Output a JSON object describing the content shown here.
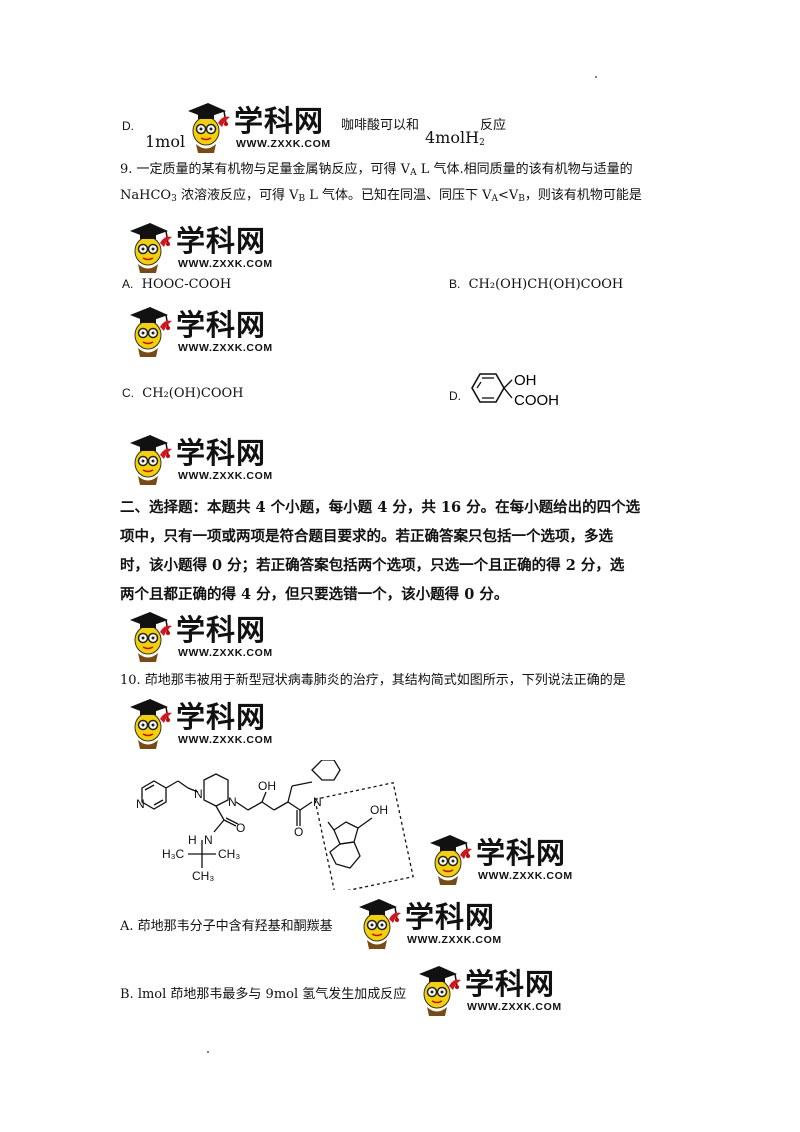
{
  "brand": {
    "logo_text": "学科网",
    "logo_url_text": "WWW.ZXXK.COM"
  },
  "q8d": {
    "letter": "D.",
    "amount1": "1mol",
    "text_mid": "咖啡酸可以和",
    "amount2": "4molH",
    "amount2_sub": "2",
    "text_end": "反应"
  },
  "q9": {
    "line1_a": "9. 一定质量的某有机物与足量金属钠反应，可得 V",
    "line1_sub": "A",
    "line1_b": " L 气体.相同质量的该有机物与适量的",
    "line2_a": "NaHCO",
    "line2_sub1": "3",
    "line2_b": " 浓溶液反应，可得 V",
    "line2_sub2": "B",
    "line2_c": " L 气体。已知在同温、同压下 V",
    "line2_sub3": "A",
    "line2_d": "<V",
    "line2_sub4": "B",
    "line2_e": "，则该有机物可能是",
    "optA_letter": "A.",
    "optA_text": "HOOC-COOH",
    "optB_letter": "B.",
    "optB_text": "CH₂(OH)CH(OH)COOH",
    "optC_letter": "C.",
    "optC_text": "CH₂(OH)COOH",
    "optD_letter": "D.",
    "optD_oh": "OH",
    "optD_cooh": "COOH"
  },
  "section2": {
    "line1": "二、选择题：本题共 4 个小题，每小题 4 分，共 16 分。在每小题给出的四个选",
    "line2": "项中，只有一项或两项是符合题目要求的。若正确答案只包括一个选项，多选",
    "line3": "时，该小题得 0 分；若正确答案包括两个选项，只选一个且正确的得 2 分，选",
    "line4": "两个且都正确的得 4 分，但只要选错一个，该小题得 0 分。"
  },
  "q10": {
    "stem": "10. 茚地那韦被用于新型冠状病毒肺炎的治疗，其结构简式如图所示，下列说法正确的是",
    "struct_labels": {
      "n1": "N",
      "n2": "N",
      "n3": "N",
      "oh1": "OH",
      "oh2": "OH",
      "o1": "O",
      "o2": "O",
      "hn": "N",
      "h": "H",
      "ch3a": "H₃C",
      "ch3b": "CH₃",
      "ch3c": "CH₃",
      "nh": "N"
    },
    "optA": "A. 茚地那韦分子中含有羟基和酮羰基",
    "optB": "B. lmol 茚地那韦最多与 9mol 氢气发生加成反应"
  }
}
